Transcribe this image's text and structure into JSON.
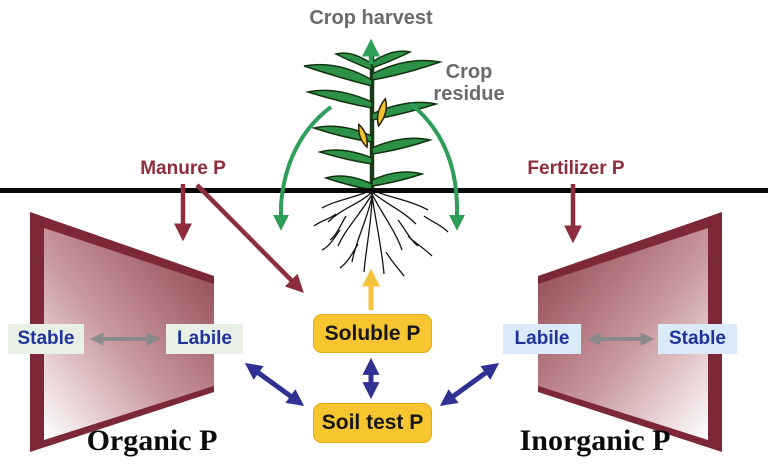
{
  "above_ground": {
    "crop_harvest": "Crop harvest",
    "crop_residue": "Crop\nresidue"
  },
  "inputs": {
    "manure": "Manure P",
    "fertilizer": "Fertilizer P"
  },
  "soil": {
    "soluble": "Soluble P",
    "soil_test": "Soil test P",
    "organic_pool": {
      "title": "Organic P",
      "stable": "Stable",
      "labile": "Labile"
    },
    "inorganic_pool": {
      "title": "Inorganic P",
      "labile": "Labile",
      "stable": "Stable"
    }
  },
  "colors": {
    "maroon_arrow": "#8e2d3c",
    "wedge_dark": "#7c2836",
    "green_arrow": "#2e9e58",
    "gold_arrow": "#f5c33b",
    "gold_box": "#f6c52f",
    "blue_arrow": "#2e3192",
    "gray_arrow": "#8a8a8a",
    "gray_text": "#6b6b6b",
    "pool_text_blue": "#20339b",
    "organic_box_bg": "#e9f1e7",
    "inorganic_box_bg": "#dbeaf9",
    "soil_line": "#0a0a0a"
  }
}
